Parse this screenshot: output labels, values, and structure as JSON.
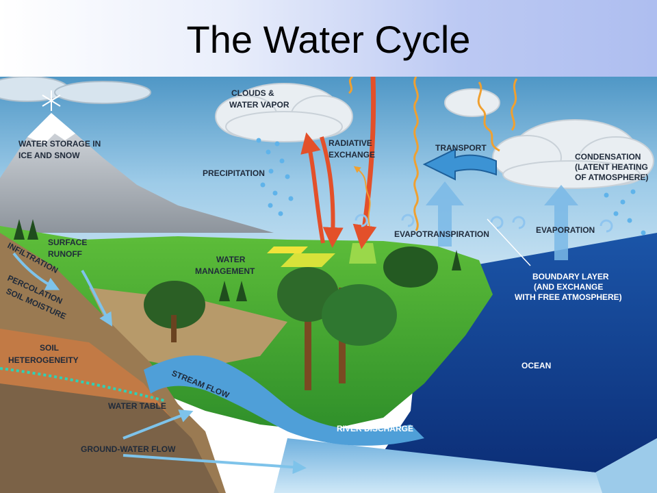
{
  "slide": {
    "title": "The Water Cycle"
  },
  "labels": {
    "clouds_l1": "CLOUDS &",
    "clouds_l2": "WATER VAPOR",
    "water_storage_l1": "WATER STORAGE IN",
    "water_storage_l2": "ICE AND SNOW",
    "precipitation": "PRECIPITATION",
    "radiative_l1": "RADIATIVE",
    "radiative_l2": "EXCHANGE",
    "transport": "TRANSPORT",
    "condensation_l1": "CONDENSATION",
    "condensation_l2": "(LATENT HEATING",
    "condensation_l3": "OF ATMOSPHERE)",
    "surface_runoff_l1": "SURFACE",
    "surface_runoff_l2": "RUNOFF",
    "infiltration": "INFILTRATION",
    "percolation": "PERCOLATION",
    "soil_moisture": "SOIL MOISTURE",
    "water_management_l1": "WATER",
    "water_management_l2": "MANAGEMENT",
    "evapotranspiration": "EVAPOTRANSPIRATION",
    "evaporation": "EVAPORATION",
    "boundary_l1": "BOUNDARY LAYER",
    "boundary_l2": "(AND EXCHANGE",
    "boundary_l3": "WITH FREE ATMOSPHERE)",
    "soil_het_l1": "SOIL",
    "soil_het_l2": "HETEROGENEITY",
    "stream_flow": "STREAM FLOW",
    "ocean": "OCEAN",
    "water_table": "WATER TABLE",
    "river_discharge": "RIVER DISCHARGE",
    "ground_water_flow": "GROUND-WATER FLOW"
  }
}
